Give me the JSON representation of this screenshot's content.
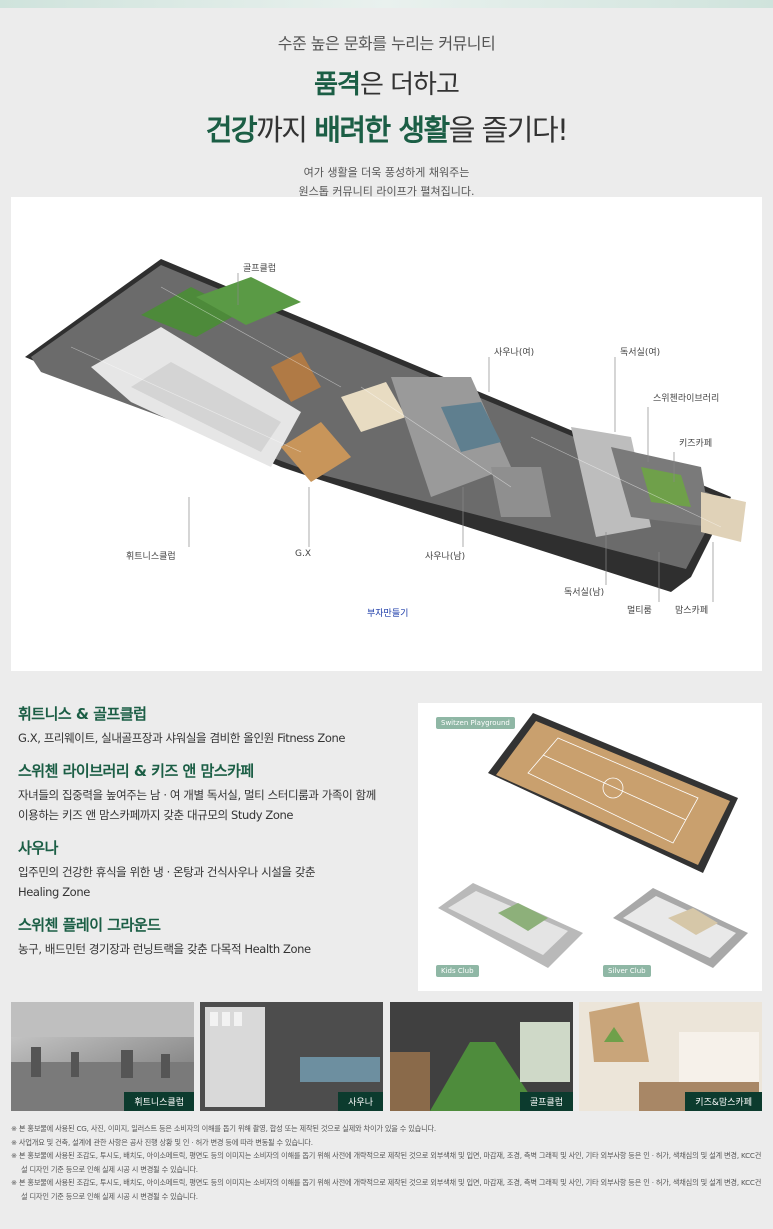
{
  "hero": {
    "eyebrow": "수준 높은 문화를 누리는 커뮤니티",
    "line1_bold": "품격",
    "line1_rest": "은 더하고",
    "line2_bold1": "건강",
    "line2_mid": "까지 ",
    "line2_bold2": "배려한 생활",
    "line2_rest": "을 즐기다!",
    "desc_line1": "여가 생활을 더욱 풍성하게 채워주는",
    "desc_line2": "원스톱 커뮤니티 라이프가 펼쳐집니다."
  },
  "map": {
    "labels": {
      "golf": "골프클럽",
      "sauna_f": "사우나(여)",
      "study_f": "독서실(여)",
      "library": "스위첸라이브러리",
      "kids_cafe": "키즈카페",
      "fitness": "휘트니스클럽",
      "gx": "G.X",
      "sauna_m": "사우나(남)",
      "study_m": "독서실(남)",
      "multi": "멀티룸",
      "moms_cafe": "맘스카페"
    },
    "link": "부자만들기"
  },
  "zones": [
    {
      "title": "휘트니스 & 골프클럽",
      "desc": "G.X, 프리웨이트, 실내골프장과 샤워실을 겸비한 올인원 Fitness Zone"
    },
    {
      "title": "스위첸 라이브러리 & 키즈 앤 맘스카페",
      "desc": "자녀들의 집중력을 높여주는 남 · 여 개별 독서실, 멀티 스터디룸과 가족이 함께 이용하는 키즈 앤 맘스카페까지 갖춘 대규모의 Study Zone"
    },
    {
      "title": "사우나",
      "desc": "입주민의 건강한 휴식을 위한 냉 · 온탕과 건식사우나 시설을 갖춘 Healing Zone"
    },
    {
      "title": "스위첸 플레이 그라운드",
      "desc": "농구, 배드민턴 경기장과 런닝트랙을 갖춘 다목적 Health Zone"
    }
  ],
  "play": {
    "tag_main": "Switzen Playground",
    "tag_kids": "Kids Club",
    "tag_silver": "Silver Club"
  },
  "photos": [
    {
      "caption": "휘트니스클럽"
    },
    {
      "caption": "사우나"
    },
    {
      "caption": "골프클럽"
    },
    {
      "caption": "키즈&맘스카페"
    }
  ],
  "notes": [
    "※ 본 홍보물에 사용된 CG, 사진, 이미지, 일러스트 등은 소비자의 이해를 돕기 위해 촬영, 합성 또는 제작된 것으로 실제와 차이가 있을 수 있습니다.",
    "※ 사업개요 및 건축, 설계에 관한 사항은 공사 진행 상황 및 인 · 허가 변경 등에 따라 변동될 수 있습니다.",
    "※ 본 홍보물에 사용된 조감도, 투시도, 배치도, 아이소메트릭, 평면도 등의 이미지는 소비자의 이해를 돕기 위해 사전에 개략적으로 제작된 것으로 외부색채 및 입면, 마감재, 조경, 측벽 그래픽 및 사인, 기타 외부사항 등은 인 · 허가, 색채심의 및 설계 변경, KCC건설 디자인 기준 등으로 인해 실제 시공 시 변경될 수 있습니다.",
    "※ 본 홍보물에 사용된 조감도, 투시도, 배치도, 아이소메트릭, 평면도 등의 이미지는 소비자의 이해를 돕기 위해 사전에 개략적으로 제작된 것으로 외부색채 및 입면, 마감재, 조경, 측벽 그래픽 및 사인, 기타 외부사항 등은 인 · 허가, 색채심의 및 설계 변경, KCC건설 디자인 기준 등으로 인해 실제 시공 시 변경될 수 있습니다."
  ]
}
